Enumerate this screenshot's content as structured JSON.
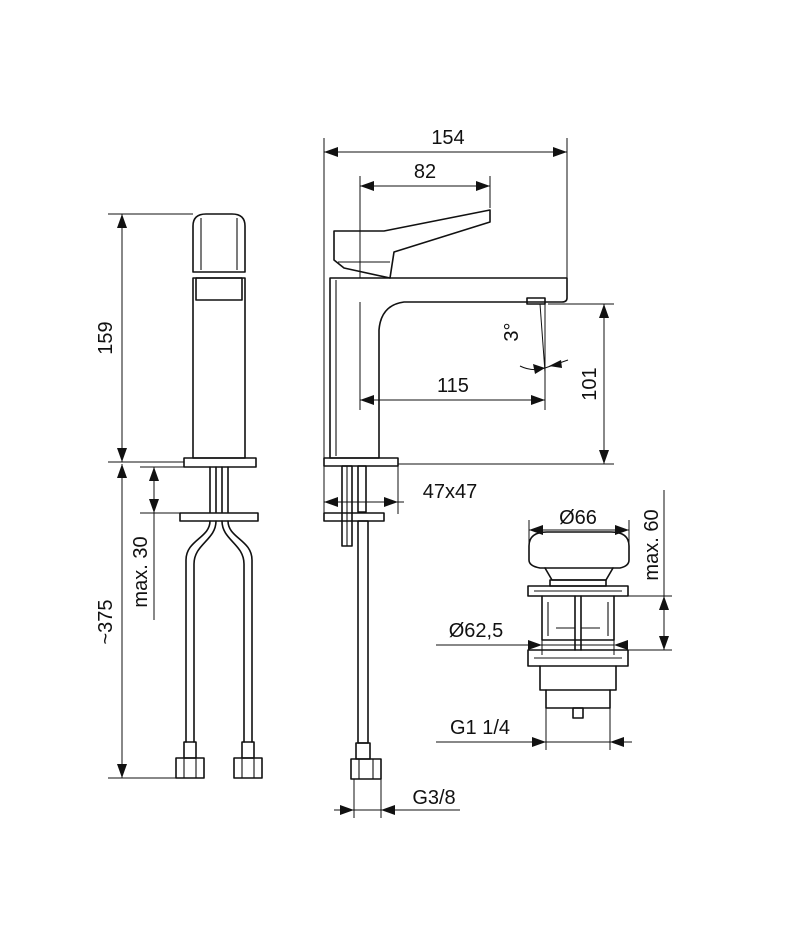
{
  "colors": {
    "line": "#111111",
    "background": "#ffffff"
  },
  "dimensions": {
    "total_width": "154",
    "lever_length": "82",
    "spout_reach": "115",
    "spout_height": "101",
    "total_height": "159",
    "hose_length": "~375",
    "max_thickness": "max. 30",
    "base_size": "47x47",
    "hose_thread": "G3/8",
    "spout_angle": "3°"
  },
  "waste_valve": {
    "cap_diameter": "Ø66",
    "body_diameter": "Ø62,5",
    "max_height": "max. 60",
    "thread": "G1 1/4"
  }
}
